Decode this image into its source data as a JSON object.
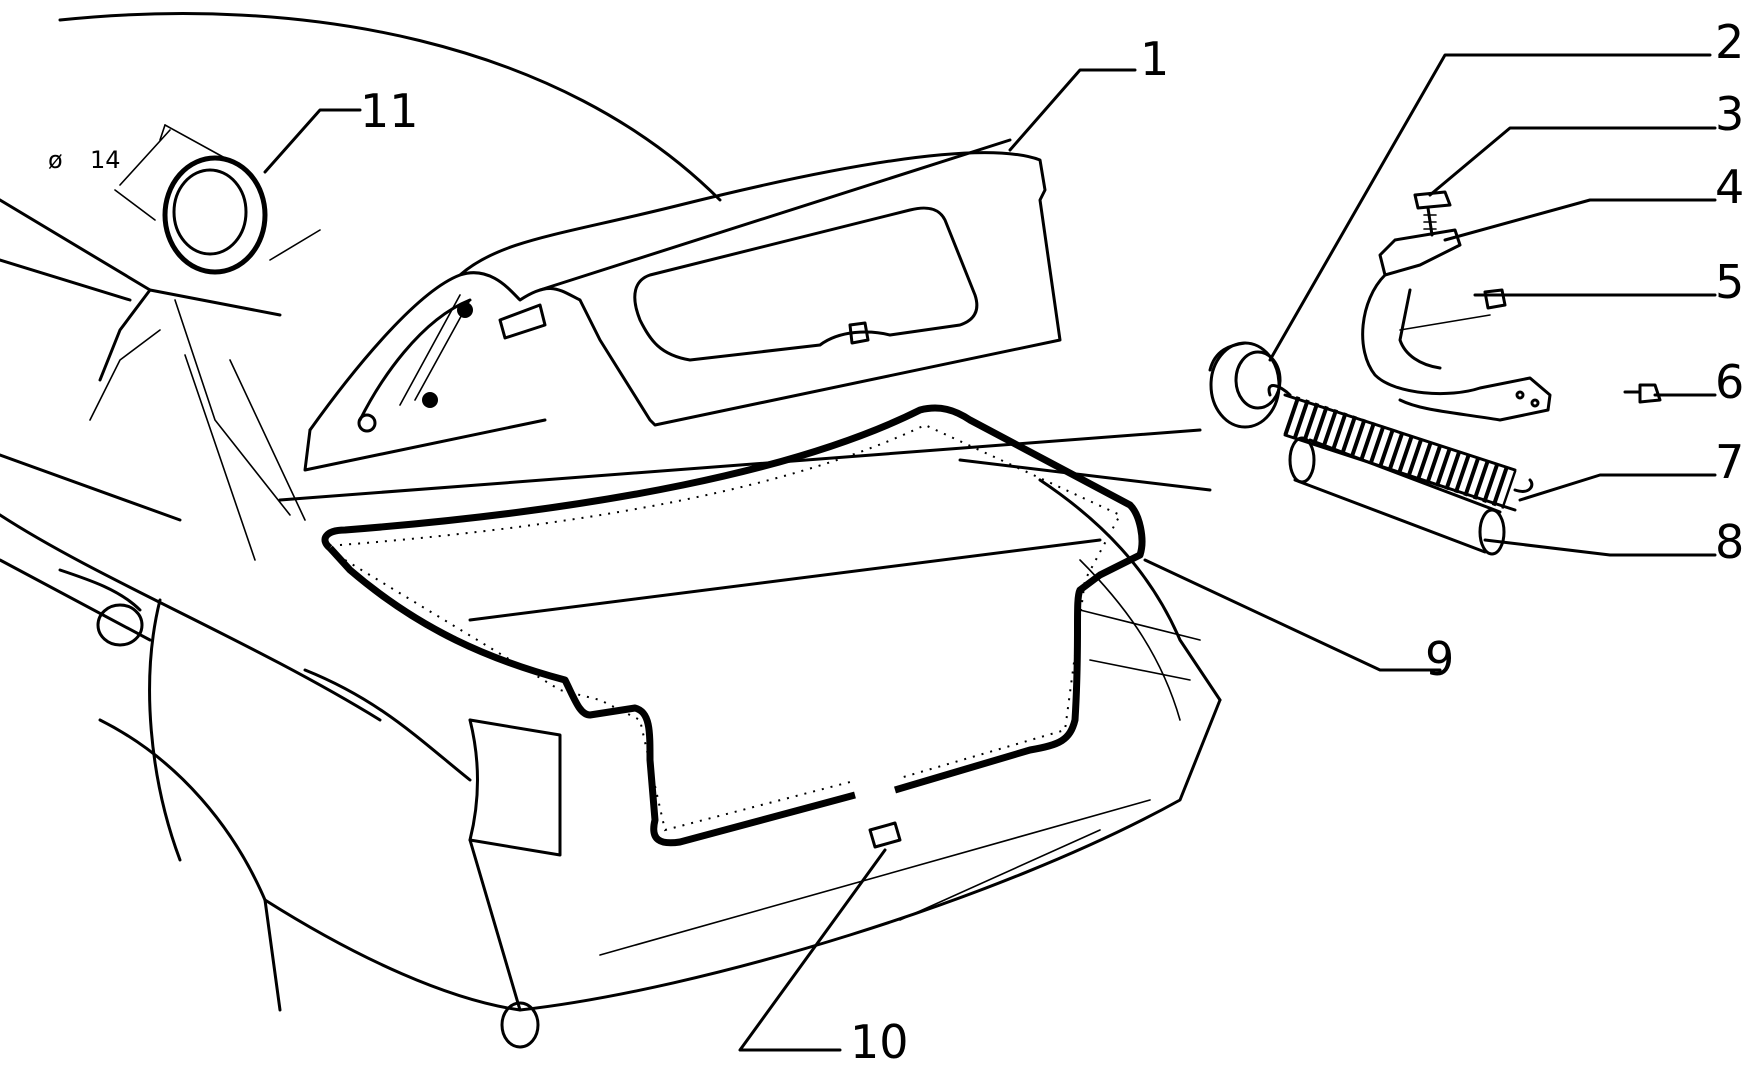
{
  "callouts": [
    {
      "id": "1",
      "label": "1"
    },
    {
      "id": "2",
      "label": "2"
    },
    {
      "id": "3",
      "label": "3"
    },
    {
      "id": "4",
      "label": "4"
    },
    {
      "id": "5",
      "label": "5"
    },
    {
      "id": "6",
      "label": "6"
    },
    {
      "id": "7",
      "label": "7"
    },
    {
      "id": "8",
      "label": "8"
    },
    {
      "id": "9",
      "label": "9"
    },
    {
      "id": "10",
      "label": "10"
    },
    {
      "id": "11",
      "label": "11"
    }
  ],
  "dimension": {
    "symbol": "ø",
    "value": "14"
  }
}
